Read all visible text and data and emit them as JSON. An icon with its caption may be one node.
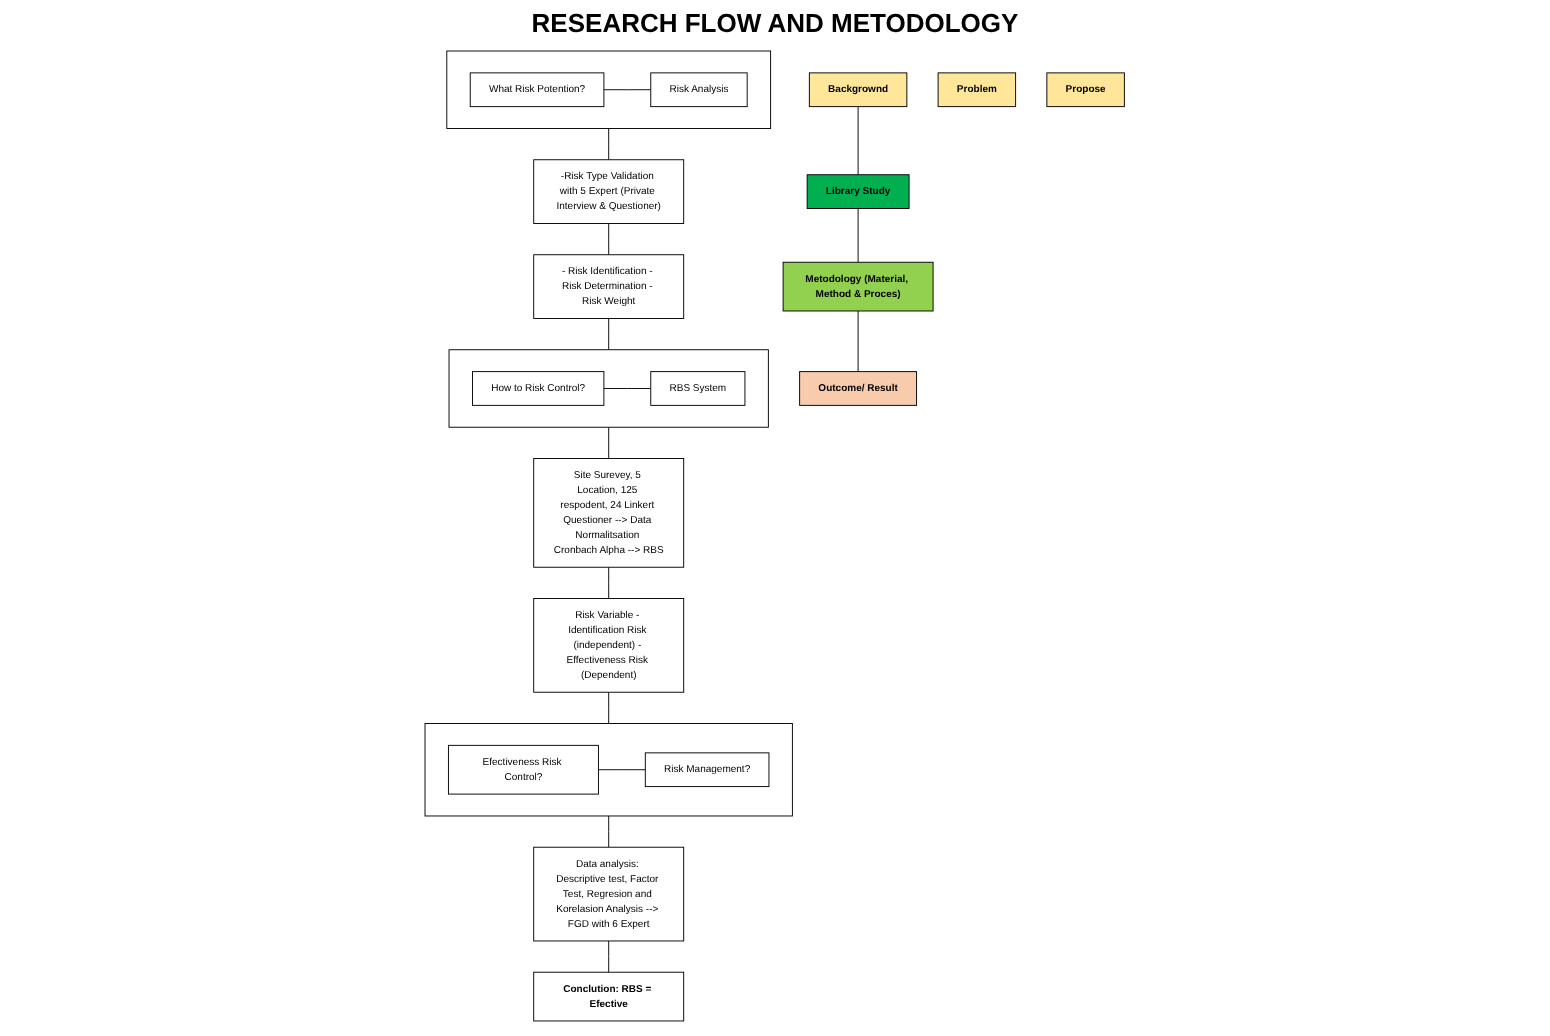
{
  "diagram": {
    "title": "RESEARCH FLOW AND METODOLOGY",
    "nodes": [
      {
        "text": [
          "Backgrownd"
        ]
      },
      {
        "text": [
          "Problem"
        ]
      },
      {
        "text": [
          "Propose"
        ]
      },
      {
        "text": [
          "Library Study"
        ]
      },
      {
        "text": [
          "Metodology (Material, Method & Proces)"
        ]
      },
      {
        "text": [
          "Outcome/ Result"
        ]
      },
      {
        "text": [],
        "shape": "box"
      },
      {
        "text": [
          "What Risk Potention?"
        ],
        "in": 6
      },
      {
        "text": [
          "Risk Analysis"
        ],
        "in": 6
      },
      {
        "text": [
          "-Risk Type Validation with 5 Expert (Private Interview & Questioner)"
        ]
      },
      {
        "text": [
          "- Risk Identification - Risk Determination - Risk Weight"
        ]
      },
      {
        "text": [],
        "shape": "box"
      },
      {
        "text": [
          "How to Risk Control?"
        ],
        "in": 11
      },
      {
        "text": [
          "RBS System"
        ],
        "in": 11
      },
      {
        "text": [
          "Site Surevey, 5 Location, 125 respodent, 24 Linkert Questioner --> Data Normalitsation Cronbach Alpha --> RBS"
        ]
      },
      {
        "text": [
          "Risk Variable - Identification Risk (independent) - Effectiveness Risk (Dependent)"
        ]
      },
      {
        "text": [],
        "shape": "box"
      },
      {
        "text": [
          "Efectiveness Risk Control?"
        ],
        "in": 16
      },
      {
        "text": [
          "Risk Management?"
        ],
        "in": 16
      },
      {
        "text": [
          "Data analysis: Descriptive test, Factor Test, Regresion and Korelasion Analysis --> FGD with 6 Expert"
        ]
      },
      {
        "text": [
          "Conclution: RBS = Efective"
        ]
      }
    ],
    "edges": [
      {
        "from": 0,
        "to": 3,
        "arrow": "none"
      },
      {
        "from": 3,
        "to": 4,
        "arrow": "none"
      },
      {
        "from": 4,
        "to": 5,
        "arrow": "none"
      },
      {
        "from": 7,
        "to": 8,
        "arrow": "none"
      },
      {
        "from": 6,
        "to": 9,
        "arrow": "none"
      },
      {
        "from": 9,
        "to": 10,
        "arrow": "none"
      },
      {
        "from": 10,
        "to": 11,
        "arrow": "none"
      },
      {
        "from": 12,
        "to": 13,
        "arrow": "none"
      },
      {
        "from": 11,
        "to": 14,
        "arrow": "none"
      },
      {
        "from": 14,
        "to": 15,
        "arrow": "none"
      },
      {
        "from": 15,
        "to": 16,
        "arrow": "none"
      },
      {
        "from": 17,
        "to": 18,
        "arrow": "none"
      },
      {
        "from": 16,
        "to": 19,
        "arrow": "none"
      },
      {
        "from": 19,
        "to": 20,
        "arrow": "none"
      }
    ]
  }
}
